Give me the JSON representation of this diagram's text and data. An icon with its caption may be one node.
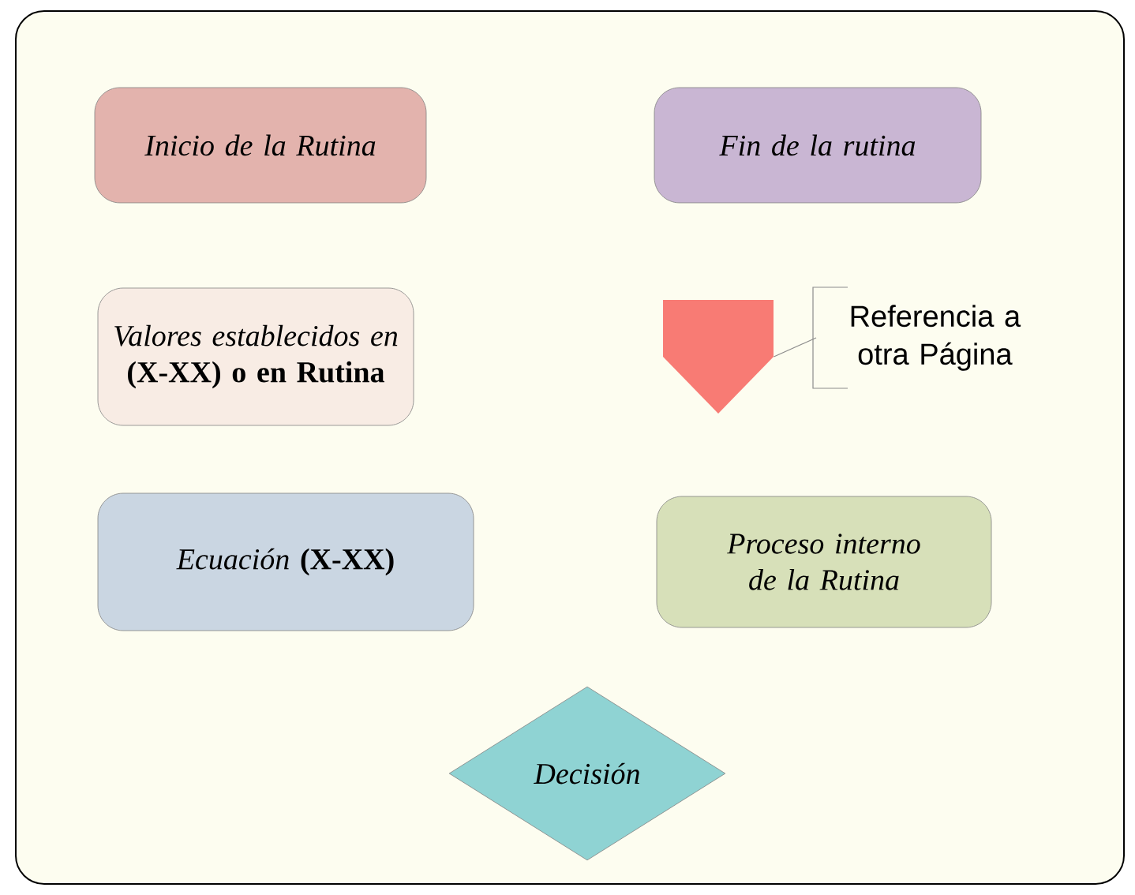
{
  "diagram": {
    "nodes": [
      {
        "text": [
          "Inicio de la Rutina"
        ]
      },
      {
        "text": [
          "Fin de la rutina"
        ]
      },
      {
        "text": [
          "*Valores establecidos en* **(X-XX) o en Rutina**"
        ]
      },
      {
        "text": [],
        "shape": "pentagon"
      },
      {
        "text": [
          "Referencia a otra Página"
        ]
      },
      {
        "text": [
          "*Ecuación* **(X-XX)**"
        ]
      },
      {
        "text": [
          "Proceso interno de la Rutina"
        ]
      },
      {
        "text": [
          "Decisión"
        ]
      }
    ],
    "edges": [
      {
        "from": 4,
        "to": 3,
        "arrow": "none"
      }
    ]
  }
}
